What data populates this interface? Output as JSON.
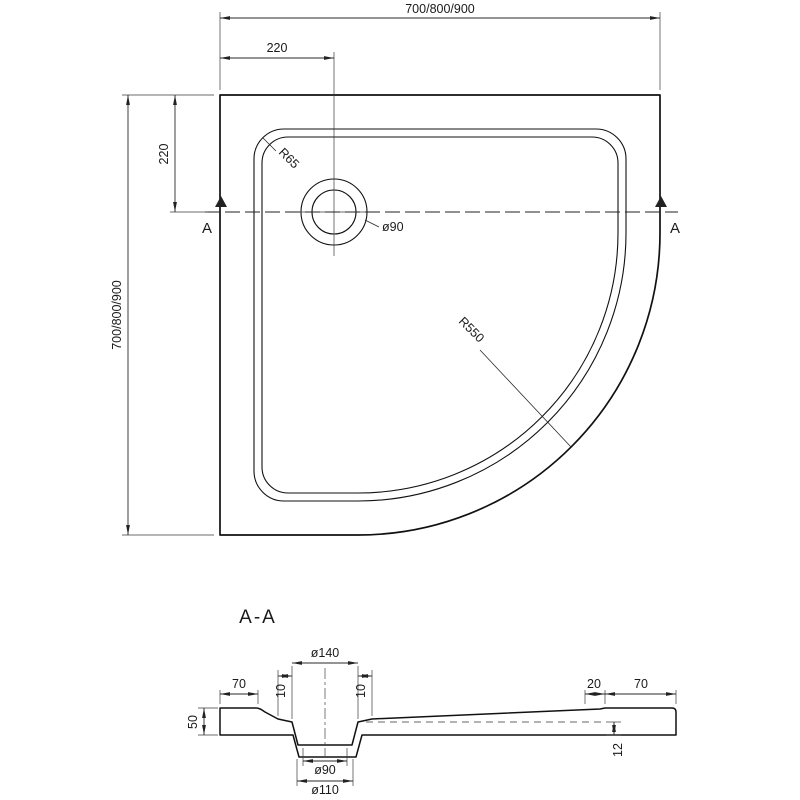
{
  "top_view": {
    "overall_width": "700/800/900",
    "overall_height": "700/800/900",
    "drain_offset_horizontal": "220",
    "drain_offset_vertical": "220",
    "drain_diameter": "ø90",
    "corner_radius_inner": "R65",
    "corner_radius_outer": "R550",
    "section_label_left": "A",
    "section_label_right": "A"
  },
  "section_view": {
    "title": "A-A",
    "sump_top_diameter": "ø140",
    "rim_width_left": "70",
    "sump_clearance_left": "10",
    "sump_clearance_right": "10",
    "rim_step_right": "20",
    "rim_width_right": "70",
    "edge_height_left": "50",
    "base_thickness_right": "12",
    "drain_hole_diameter": "ø90",
    "drain_flange_diameter": "ø110"
  }
}
